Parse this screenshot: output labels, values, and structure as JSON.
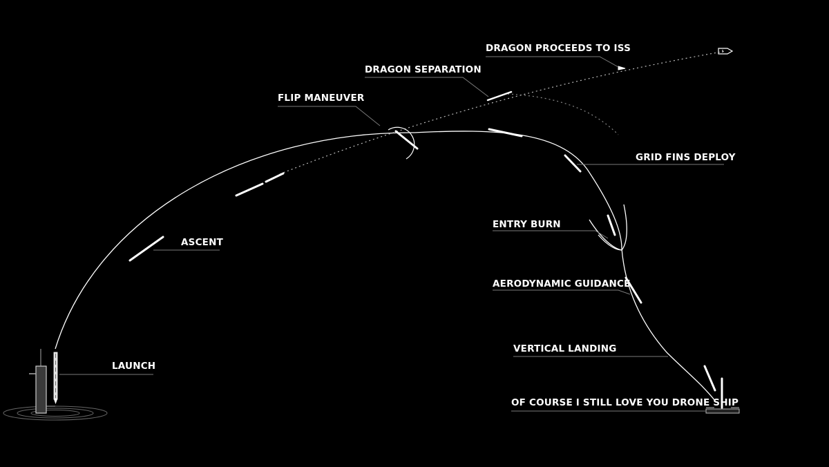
{
  "diagram": {
    "labels": {
      "launch": "LAUNCH",
      "ascent": "ASCENT",
      "flip_maneuver": "FLIP MANEUVER",
      "dragon_separation": "DRAGON SEPARATION",
      "dragon_proceeds": "DRAGON PROCEEDS TO ISS",
      "grid_fins": "GRID FINS DEPLOY",
      "entry_burn": "ENTRY BURN",
      "aero_guidance": "AERODYNAMIC GUIDANCE",
      "vertical_landing": "VERTICAL LANDING",
      "drone_ship": "OF COURSE I STILL LOVE YOU DRONE SHIP"
    }
  },
  "colors": {
    "background": "#000000",
    "line": "#ffffff",
    "leader": "#7a7a7a",
    "dotted": "#bbbbbb"
  }
}
